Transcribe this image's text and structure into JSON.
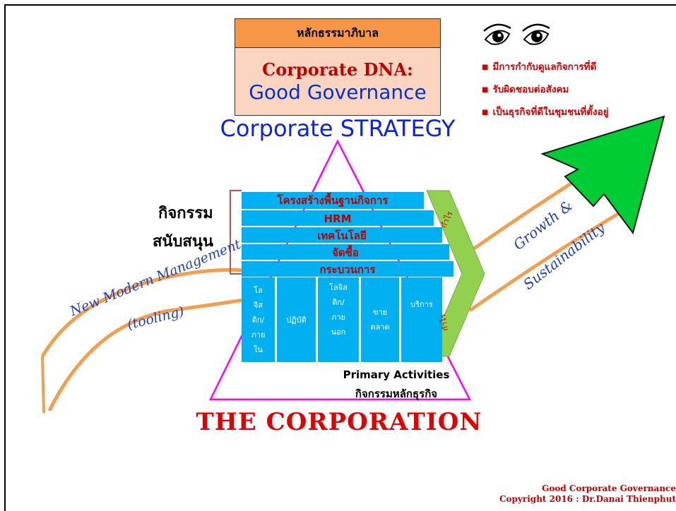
{
  "title_box": {
    "header": "หลักธรรมาภิบาล",
    "line1": "Corporate DNA:",
    "line2": "Good Governance"
  },
  "strategy_label": "Corporate STRATEGY",
  "governance_bullets": [
    "มีการกำกับดูแลกิจการที่ดี",
    "รับผิดชอบต่อสังคม",
    "เป็นธุรกิจที่ดีในชุมชนที่ตั้งอยู่"
  ],
  "support_label": {
    "line1": "กิจกรรม",
    "line2": "สนับสนุน"
  },
  "support_activities": [
    "โครงสร้างพื้นฐานกิจการ",
    "HRM",
    "เทคโนโลยี",
    "จัดซื้อ",
    "กระบวนการ"
  ],
  "primary_columns": [
    [
      "โล",
      "จิส",
      "ติก/",
      "ภาย",
      "ใน"
    ],
    [
      "ปฏิบัติ"
    ],
    [
      "โลจิส",
      "ติก/",
      "ภาย",
      "นอก"
    ],
    [
      "ขาย",
      "ตลาด"
    ],
    [
      "บริการ"
    ]
  ],
  "margin_labels": {
    "top": "กำไร",
    "bottom": "กำไร"
  },
  "primary_label": {
    "line1": "Primary Activities",
    "line2": "กิจกรรมหลักธุรกิจ"
  },
  "corporation_label": "THE CORPORATION",
  "left_arrow_text": {
    "line1": "New Modern Management",
    "line2": "(tooling)"
  },
  "right_arrow_text": {
    "line1": "Growth &",
    "line2": "Sustainability"
  },
  "footer": {
    "line1": "Good Corporate Governance",
    "line2": "Copyright  2016  : Dr.Danai  Thienphut"
  },
  "colors": {
    "orange_header": "#f79646",
    "peach_body": "#fbd5c0",
    "value_chain_blue": "#00b0f0",
    "margin_green": "#92d050",
    "arrow_green": "#00cc33",
    "arrow_orange": "#f0a050",
    "triangle_magenta": "#ff00ff",
    "red_text": "#e10000",
    "blue_text": "#0b22e0"
  },
  "icons": [
    "eye-icon",
    "eye-icon"
  ]
}
